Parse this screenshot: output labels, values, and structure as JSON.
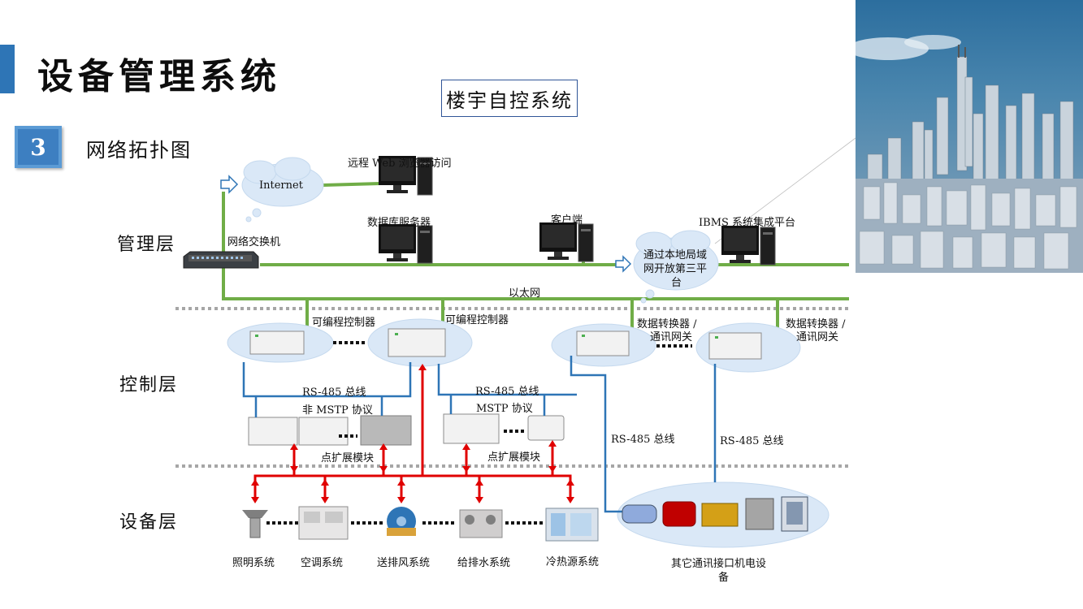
{
  "header": {
    "title": "设备管理系统",
    "system_box": "楼宇自控系统",
    "section_number": "3",
    "section_title": "网络拓扑图"
  },
  "layers": {
    "management": "管理层",
    "control": "控制层",
    "device": "设备层"
  },
  "network": {
    "internet": "Internet",
    "remote_web": "远程 Web 浏览器访问",
    "switch": "网络交换机",
    "db_server": "数据库服务器",
    "client": "客户端",
    "ibms": "IBMS 系统集成平台",
    "third_party_line1": "通过本地局域",
    "third_party_line2": "网开放第三平",
    "third_party_line3": "台",
    "ethernet": "以太网"
  },
  "control": {
    "plc1": "可编程控制器",
    "plc2": "可编程控制器",
    "gateway1_line1": "数据转换器 /",
    "gateway1_line2": "通讯网关",
    "gateway2_line1": "数据转换器 /",
    "gateway2_line2": "通讯网关",
    "bus_left": "RS-485 总线",
    "protocol_left": "非 MSTP 协议",
    "bus_mid": "RS-485 总线",
    "protocol_mid": "MSTP 协议",
    "bus_g1": "RS-485 总线",
    "bus_g2": "RS-485 总线",
    "expansion_left": "点扩展模块",
    "expansion_mid": "点扩展模块"
  },
  "devices": {
    "lighting": "照明系统",
    "hvac": "空调系统",
    "ventilation": "送排风系统",
    "water": "给排水系统",
    "chiller": "冷热源系统",
    "other_line1": "其它通讯接口机电设",
    "other_line2": "备"
  },
  "colors": {
    "accent": "#2e75b6",
    "ethernet_green": "#70ad47",
    "bus_blue": "#2e75b6",
    "signal_red": "#e00000",
    "ellipse_fill": "#dae8f7",
    "separator_gray": "#a6a6a6"
  },
  "icons": [
    "computer-icon",
    "switch-icon",
    "cloud-icon",
    "controller-icon",
    "lamp-icon",
    "air-handler-icon",
    "fan-icon",
    "pump-icon",
    "chiller-icon",
    "boiler-icon",
    "generator-icon",
    "transformer-icon",
    "cabinet-icon",
    "city-photo"
  ]
}
